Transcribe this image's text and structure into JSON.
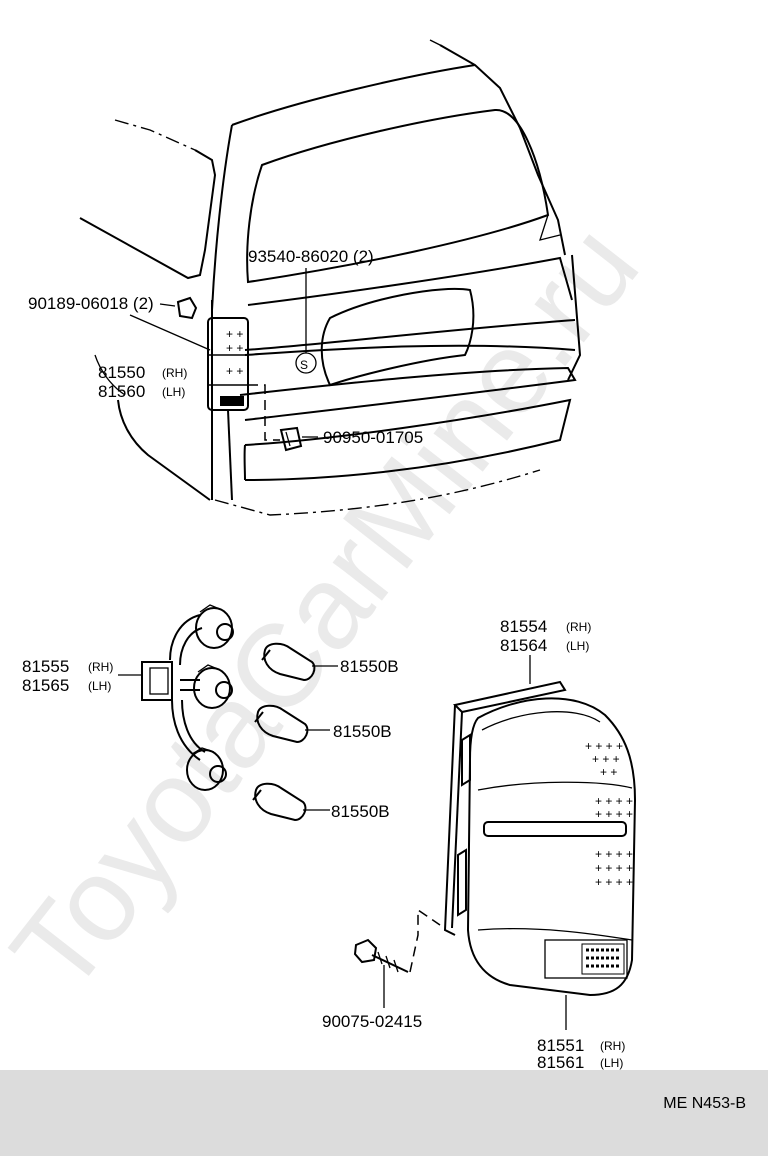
{
  "watermark": "ToyotaCarMine.ru",
  "footer_code": "ME N453-B",
  "parts": {
    "p93540": "93540-86020 (2)",
    "p90189": "90189-06018 (2)",
    "p81550_rh_num": "81550",
    "p81550_rh_side": "(RH)",
    "p81560_lh_num": "81560",
    "p81560_lh_side": "(LH)",
    "p90950": "90950-01705",
    "p81555_num": "81555",
    "p81555_side": "(RH)",
    "p81565_num": "81565",
    "p81565_side": "(LH)",
    "bulb1": "81550B",
    "bulb2": "81550B",
    "bulb3": "81550B",
    "p81554_num": "81554",
    "p81554_side": "(RH)",
    "p81564_num": "81564",
    "p81564_side": "(LH)",
    "p90075": "90075-02415",
    "p81551_num": "81551",
    "p81551_side": "(RH)",
    "p81561_num": "81561",
    "p81561_side": "(LH)",
    "s_mark": "S"
  }
}
